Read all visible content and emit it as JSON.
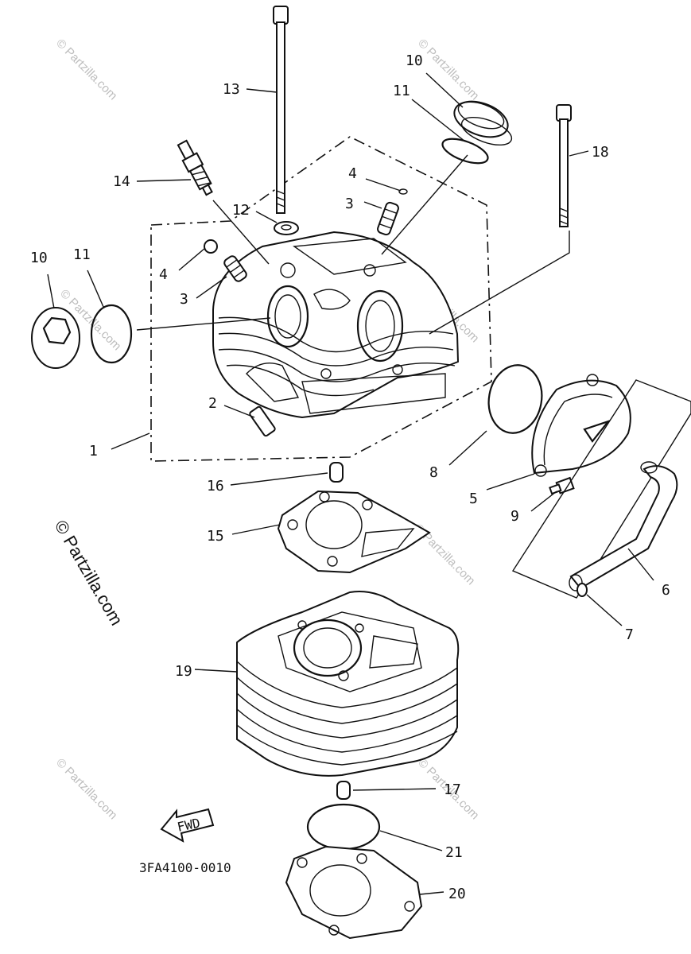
{
  "diagram": {
    "drawing_code": "3FA4100-0010",
    "fwd_label": "FWD",
    "watermark": "© Partzilla.com",
    "callouts": [
      {
        "label": "1"
      },
      {
        "label": "2"
      },
      {
        "label": "3"
      },
      {
        "label": "3"
      },
      {
        "label": "4"
      },
      {
        "label": "4"
      },
      {
        "label": "5"
      },
      {
        "label": "6"
      },
      {
        "label": "7"
      },
      {
        "label": "8"
      },
      {
        "label": "9"
      },
      {
        "label": "10"
      },
      {
        "label": "10"
      },
      {
        "label": "11"
      },
      {
        "label": "11"
      },
      {
        "label": "12"
      },
      {
        "label": "13"
      },
      {
        "label": "14"
      },
      {
        "label": "15"
      },
      {
        "label": "16"
      },
      {
        "label": "17"
      },
      {
        "label": "18"
      },
      {
        "label": "19"
      },
      {
        "label": "20"
      },
      {
        "label": "21"
      }
    ]
  }
}
